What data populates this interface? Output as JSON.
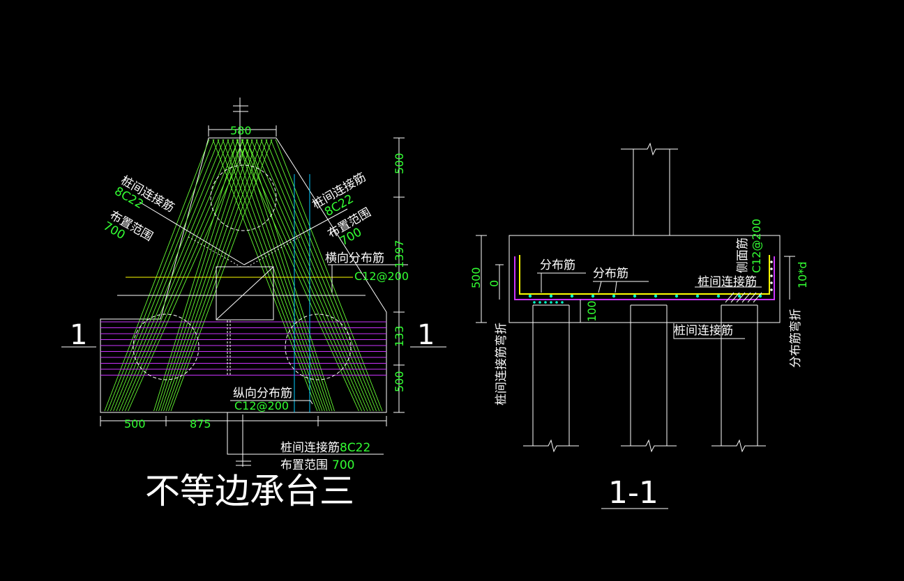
{
  "colors": {
    "background": "#000000",
    "outline": "#ffffff",
    "rebar_green": "#66ff33",
    "dim_green": "#33ff33",
    "magenta": "#cc33ff",
    "yellow": "#ffff00",
    "cyan": "#00ccff",
    "marker_cyan": "#00ffcc"
  },
  "plan": {
    "title": "不等边承台三",
    "section_mark": "1",
    "dims": {
      "top_width": "580",
      "bottom_left": "500",
      "bottom_mid": "875",
      "right_top": "500",
      "right_mid": "1397",
      "right_low": "133",
      "right_bottom": "500"
    },
    "labels": {
      "left_rebar": "桩间连接筋",
      "left_rebar_spec": "8C22",
      "left_range": "布置范围",
      "left_range_value": "700",
      "right_rebar": "桩间连接筋",
      "right_rebar_spec": "8C22",
      "right_range": "布置范围",
      "right_range_value": "700",
      "transverse": "横向分布筋",
      "transverse_spec": "C12@200",
      "longitudinal": "纵向分布筋",
      "longitudinal_spec": "C12@200",
      "bottom_rebar": "桩间连接筋",
      "bottom_rebar_spec": "8C22",
      "bottom_range": "布置范围",
      "bottom_range_value": "700"
    }
  },
  "section": {
    "title": "1-1",
    "dims": {
      "height": "500",
      "zero": "0",
      "cover": "100",
      "bend": "10*d"
    },
    "labels": {
      "dist_1": "分布筋",
      "dist_2": "分布筋",
      "side_rebar": "侧面筋",
      "side_spec": "C12@200",
      "link_top": "桩间连接筋",
      "link_bottom": "桩间连接筋",
      "left_bend": "桩间连接筋弯折",
      "right_bend": "分布筋弯折"
    }
  }
}
